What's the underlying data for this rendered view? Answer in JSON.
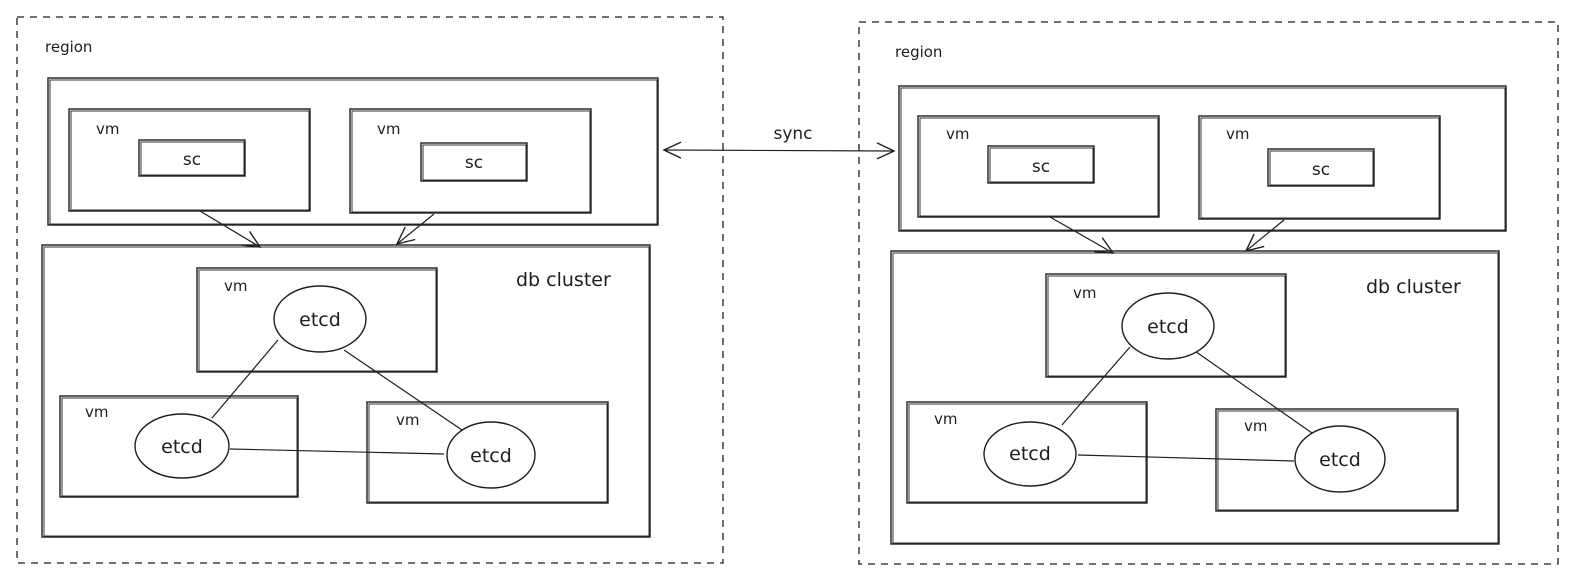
{
  "regions": [
    {
      "label": "region",
      "sc_group": {
        "vms": [
          {
            "label": "vm",
            "service": "sc"
          },
          {
            "label": "vm",
            "service": "sc"
          }
        ]
      },
      "db_cluster": {
        "label": "db cluster",
        "vms": [
          {
            "label": "vm",
            "node": "etcd"
          },
          {
            "label": "vm",
            "node": "etcd"
          },
          {
            "label": "vm",
            "node": "etcd"
          }
        ]
      }
    },
    {
      "label": "region",
      "sc_group": {
        "vms": [
          {
            "label": "vm",
            "service": "sc"
          },
          {
            "label": "vm",
            "service": "sc"
          }
        ]
      },
      "db_cluster": {
        "label": "db cluster",
        "vms": [
          {
            "label": "vm",
            "node": "etcd"
          },
          {
            "label": "vm",
            "node": "etcd"
          },
          {
            "label": "vm",
            "node": "etcd"
          }
        ]
      }
    }
  ],
  "link": {
    "label": "sync",
    "direction": "bidirectional"
  }
}
